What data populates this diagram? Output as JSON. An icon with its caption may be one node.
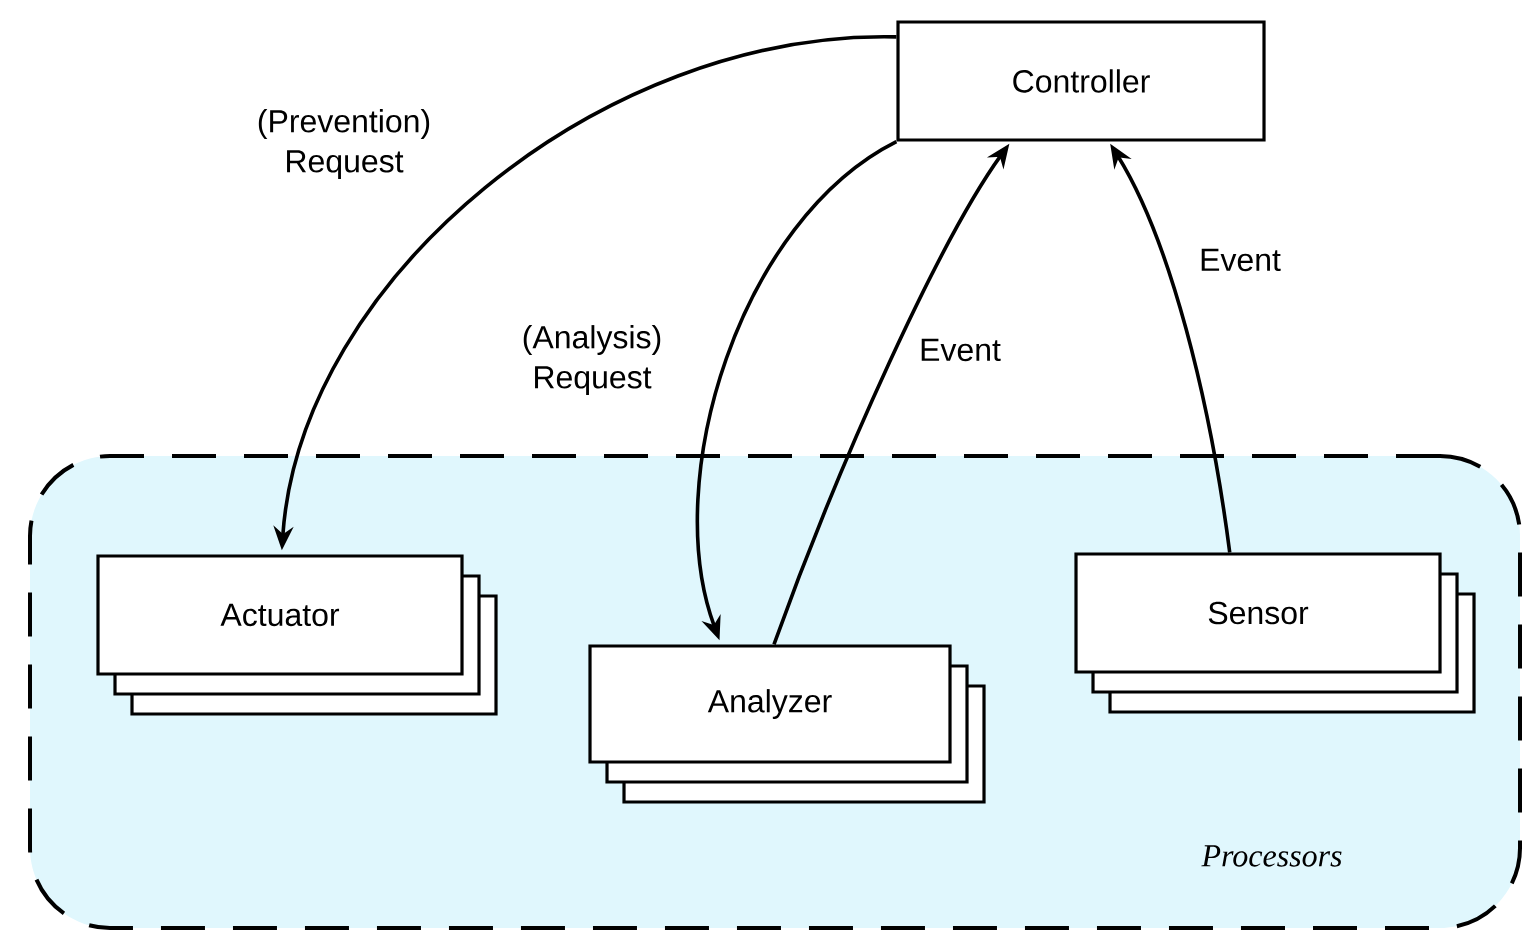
{
  "diagram": {
    "nodes": [
      {
        "text": [
          "Controller"
        ]
      },
      {
        "text": [
          "Processors"
        ]
      },
      {
        "text": [
          "Actuator"
        ],
        "in": 1
      },
      {
        "text": [
          "Analyzer"
        ],
        "in": 1
      },
      {
        "text": [
          "Sensor"
        ],
        "in": 1
      }
    ],
    "edges": [
      {
        "from": 0,
        "to": 2,
        "arrow": "to",
        "label": "(Prevention) Request"
      },
      {
        "from": 0,
        "to": 3,
        "arrow": "to",
        "label": "(Analysis) Request"
      },
      {
        "from": 3,
        "to": 0,
        "arrow": "to",
        "label": "Event"
      },
      {
        "from": 4,
        "to": 0,
        "arrow": "to",
        "label": "Event"
      }
    ]
  }
}
